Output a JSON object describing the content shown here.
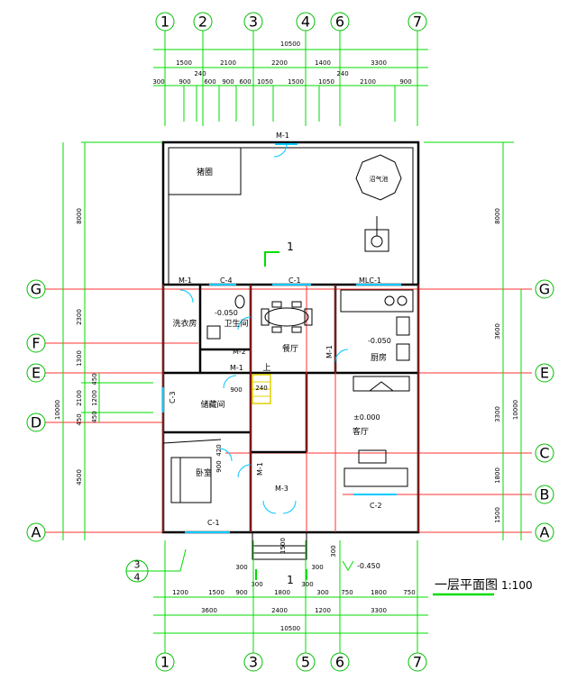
{
  "axes_top": [
    "1",
    "2",
    "3",
    "4",
    "6",
    "7"
  ],
  "axes_bottom": [
    "1",
    "3",
    "5",
    "6",
    "7"
  ],
  "axes_right": [
    "G",
    "E",
    "C",
    "B",
    "A"
  ],
  "axes_left": [
    "G",
    "F",
    "E",
    "D",
    "A"
  ],
  "axis_34": [
    "3",
    "4"
  ],
  "dims": {
    "top_total": "10500",
    "top_row1": [
      "1500",
      "2100",
      "2200",
      "1400",
      "3300"
    ],
    "top_240a": "240",
    "top_240b": "240",
    "top_row2": [
      "300",
      "900",
      "600",
      "900",
      "600",
      "1050",
      "1500",
      "1050",
      "2100",
      "900"
    ],
    "bottom_row1": [
      "1200",
      "1500",
      "900",
      "1800",
      "300",
      "750",
      "1800",
      "750"
    ],
    "bottom_row1_small": [
      "300",
      "300"
    ],
    "bottom_row2": [
      "3600",
      "2400",
      "1200",
      "3300"
    ],
    "bottom_total": "10500",
    "left_outer": [
      "8000",
      "2300",
      "1300",
      "2100",
      "450",
      "4500"
    ],
    "left_inner": [
      "450",
      "1200",
      "450"
    ],
    "left_total": "10000",
    "right_outer": [
      "8000",
      "3600",
      "3300",
      "1800",
      "1500"
    ],
    "right_total": "10000",
    "stair_900": "900",
    "stair_240": "240",
    "dim_420": "420",
    "dim_900": "900",
    "porch_1500": "1500",
    "porch_300a": "300",
    "porch_300b": "300",
    "porch_300c": "300"
  },
  "labels": {
    "m1_top": "M-1",
    "m1_left": "M-1",
    "m1_stair": "M-1",
    "m1_living": "M-1",
    "m1_bed": "M-1",
    "m2": "M-2",
    "m3": "M-3",
    "c4": "C-4",
    "c1_dining": "C-1",
    "c1_bottom": "C-1",
    "c2": "C-2",
    "c3": "C-3",
    "mlc1": "MLC-1",
    "room_shed": "猪圈",
    "pool": "沼气池",
    "room_laundry": "洗衣房",
    "room_wc": "卫生间",
    "room_dining": "餐厅",
    "room_kitchen": "厨房",
    "room_storage": "储藏间",
    "room_living": "客厅",
    "room_bedroom": "卧室",
    "stair_up": "上",
    "elev_wc": "-0.050",
    "elev_kitchen": "-0.050",
    "elev_living": "±0.000",
    "elev_outside": "-0.450",
    "section_1_top": "1",
    "section_1_bottom": "1"
  },
  "title": "一层平面图",
  "scale": "1:100",
  "colors": {
    "green": "#00dd00",
    "red": "#ff3030",
    "cyan": "#00c8ff",
    "yellow": "#e0d000"
  }
}
